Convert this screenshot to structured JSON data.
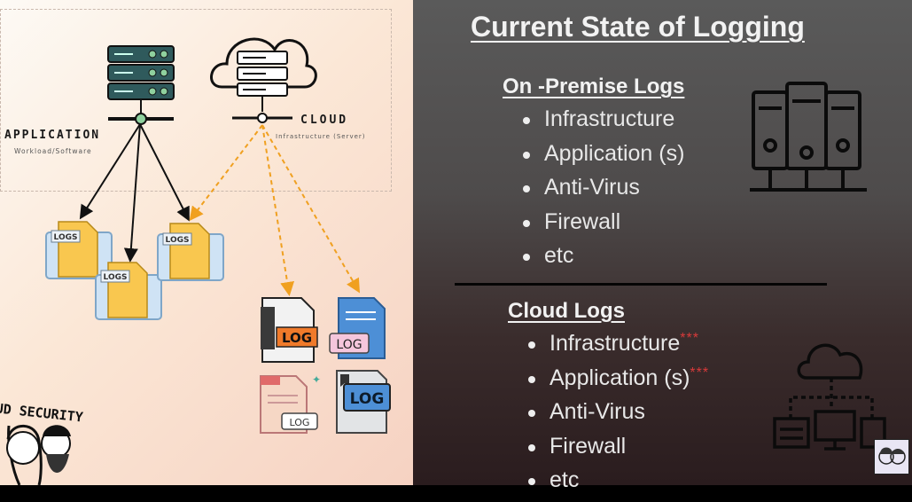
{
  "diagram": {
    "application_label": "APPLICATION",
    "application_sublabel": "Workload/Software",
    "cloud_label": "CLOUD",
    "cloud_sublabel": "Infrastructure (Server)",
    "logs_tag": "LOGS",
    "log_tag": "LOG",
    "brand_text": "UD SECURITY"
  },
  "slide": {
    "title": "Current State of Logging",
    "on_premise": {
      "heading": "On -Premise Logs",
      "items": [
        "Infrastructure",
        "Application (s)",
        "Anti-Virus",
        "Firewall",
        "etc"
      ]
    },
    "cloud": {
      "heading": "Cloud Logs",
      "items": [
        "Infrastructure",
        "Application (s)",
        "Anti-Virus",
        "Firewall",
        "etc"
      ],
      "marker": "***"
    }
  },
  "colors": {
    "text_light": "#f2f2f2",
    "asterisk_red": "#d83a3a",
    "server_teal": "#2f5a5c",
    "node_green": "#8fd19e",
    "arrow_orange": "#f0a020",
    "log_orange": "#f07a2a",
    "log_blue": "#4d8fd6"
  },
  "icons": [
    "server-rack-icon",
    "cloud-server-icon",
    "logs-file-icon",
    "log-file-icon",
    "on-premise-servers-icon",
    "cloud-network-icon",
    "avatar-icon"
  ]
}
